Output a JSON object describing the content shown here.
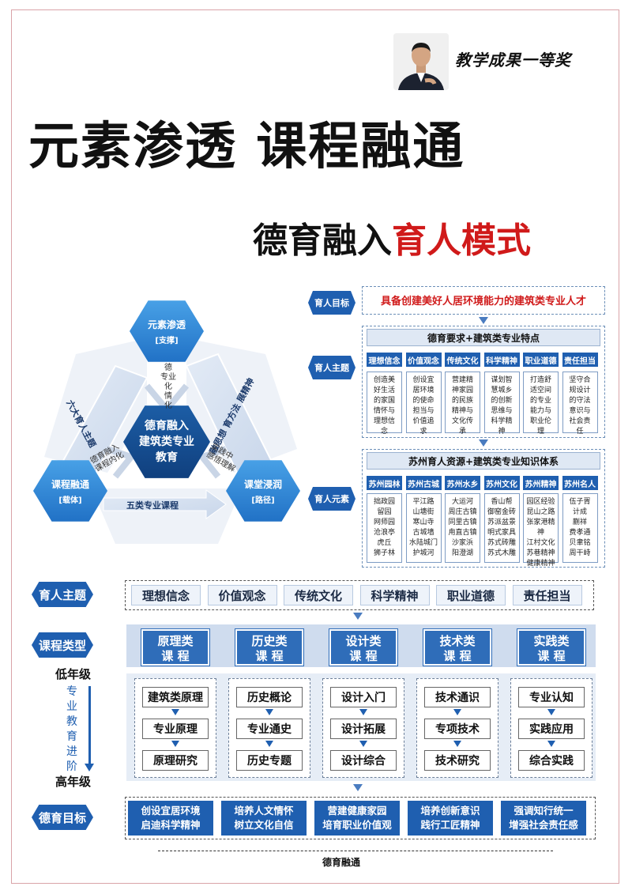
{
  "header": {
    "award": "教学成果一等奖",
    "title": "元素渗透  课程融通",
    "subtitle_black": "德育融入",
    "subtitle_red": "育人模式"
  },
  "cycle": {
    "center": [
      "德育融入",
      "建筑类专业",
      "教育"
    ],
    "top": {
      "name": "元素渗透",
      "sub": "[支撑]"
    },
    "left": {
      "name": "课程融通",
      "sub": "[载体]"
    },
    "right": {
      "name": "课堂浸润",
      "sub": "[路径]"
    },
    "band_left": "六大育人主题",
    "band_right": "融思想  育方法  展精神",
    "band_bottom": "五类专业课程",
    "inner_top": [
      "德",
      "专业化",
      "情",
      "化"
    ],
    "inner_left": [
      "德育",
      "融入",
      "课程",
      "内化"
    ],
    "inner_right": [
      "实践",
      "中",
      "感悟",
      "理解"
    ]
  },
  "right_diagram": {
    "goal_label": "育人目标",
    "goal_text": "具备创建美好人居环境能力的建筑类专业人才",
    "theme_label": "育人主题",
    "theme_header": "德育要求+建筑类专业特点",
    "themes": [
      {
        "tag": "理想信念",
        "text": "创造美好生活的家国情怀与理想信念"
      },
      {
        "tag": "价值观念",
        "text": "创设宜居环境的使命担当与价值追求"
      },
      {
        "tag": "传统文化",
        "text": "营建精神家园的民族精神与文化传承"
      },
      {
        "tag": "科学精神",
        "text": "谋划智慧城乡的创新思维与科学精神"
      },
      {
        "tag": "职业道德",
        "text": "打造舒适空间的专业能力与职业伦理"
      },
      {
        "tag": "责任担当",
        "text": "坚守合规设计的守法意识与社会责任"
      }
    ],
    "element_label": "育人元素",
    "element_header": "苏州育人资源+建筑类专业知识体系",
    "elements": [
      {
        "tag": "苏州园林",
        "items": [
          "拙政园",
          "留园",
          "网师园",
          "沧浪亭",
          "虎丘",
          "狮子林"
        ]
      },
      {
        "tag": "苏州古城",
        "items": [
          "平江路",
          "山塘街",
          "寒山寺",
          "古城墙",
          "水陆城门",
          "护城河"
        ]
      },
      {
        "tag": "苏州水乡",
        "items": [
          "大运河",
          "周庄古镇",
          "同里古镇",
          "甪直古镇",
          "沙家浜",
          "阳澄湖"
        ]
      },
      {
        "tag": "苏州文化",
        "items": [
          "香山帮",
          "御窑金砖",
          "苏派盆景",
          "明式家具",
          "苏式砖雕",
          "苏式木雕"
        ]
      },
      {
        "tag": "苏州精神",
        "items": [
          "园区经验",
          "昆山之路",
          "张家港精神",
          "江村文化",
          "苏巷精神",
          "健康精神"
        ]
      },
      {
        "tag": "苏州名人",
        "items": [
          "伍子胥",
          "计成",
          "蒯祥",
          "费孝通",
          "贝聿铭",
          "周干峙"
        ]
      }
    ]
  },
  "bottom_diagram": {
    "theme_label": "育人主题",
    "themes": [
      "理想信念",
      "价值观念",
      "传统文化",
      "科学精神",
      "职业道德",
      "责任担当"
    ],
    "type_label": "课程类型",
    "low_grade": "低年级",
    "progress": [
      "专",
      "业",
      "教",
      "育",
      "进",
      "阶"
    ],
    "high_grade": "高年级",
    "courses": [
      {
        "type": [
          "原理类",
          "课  程"
        ],
        "items": [
          "建筑类原理",
          "专业原理",
          "原理研究"
        ]
      },
      {
        "type": [
          "历史类",
          "课  程"
        ],
        "items": [
          "历史概论",
          "专业通史",
          "历史专题"
        ]
      },
      {
        "type": [
          "设计类",
          "课  程"
        ],
        "items": [
          "设计入门",
          "设计拓展",
          "设计综合"
        ]
      },
      {
        "type": [
          "技术类",
          "课  程"
        ],
        "items": [
          "技术通识",
          "专项技术",
          "技术研究"
        ]
      },
      {
        "type": [
          "实践类",
          "课  程"
        ],
        "items": [
          "专业认知",
          "实践应用",
          "综合实践"
        ]
      }
    ],
    "goal_label": "德育目标",
    "goals": [
      [
        "创设宜居环境",
        "启迪科学精神"
      ],
      [
        "培养人文情怀",
        "树立文化自信"
      ],
      [
        "营建健康家园",
        "培育职业价值观"
      ],
      [
        "培养创新意识",
        "践行工匠精神"
      ],
      [
        "强调知行统一",
        "增强社会责任感"
      ]
    ],
    "footer": "德育融通"
  },
  "colors": {
    "primary_blue": "#1f5fb0",
    "accent_red": "#d01a1a"
  }
}
